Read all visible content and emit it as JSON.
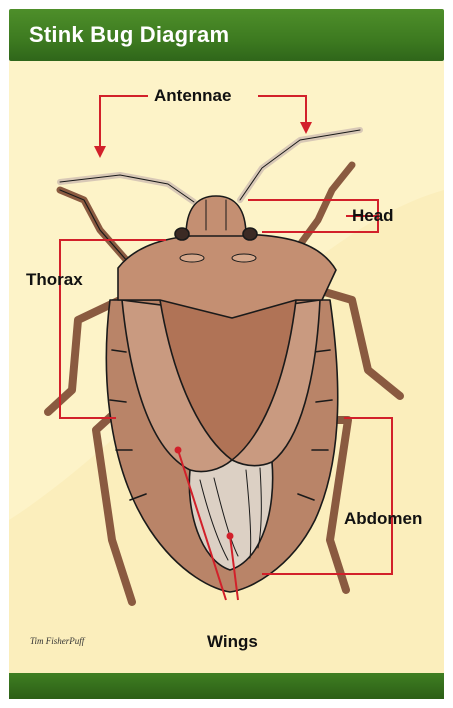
{
  "title": "Stink Bug Diagram",
  "labels": {
    "antennae": "Antennae",
    "head": "Head",
    "thorax": "Thorax",
    "abdomen": "Abdomen",
    "wings": "Wings"
  },
  "credit": "Tim FisherPuff",
  "colors": {
    "header_green": "#3d7a20",
    "panel_cream": "#fdf3c8",
    "callout_red": "#d2202a",
    "bug_brown": "#b98468"
  }
}
